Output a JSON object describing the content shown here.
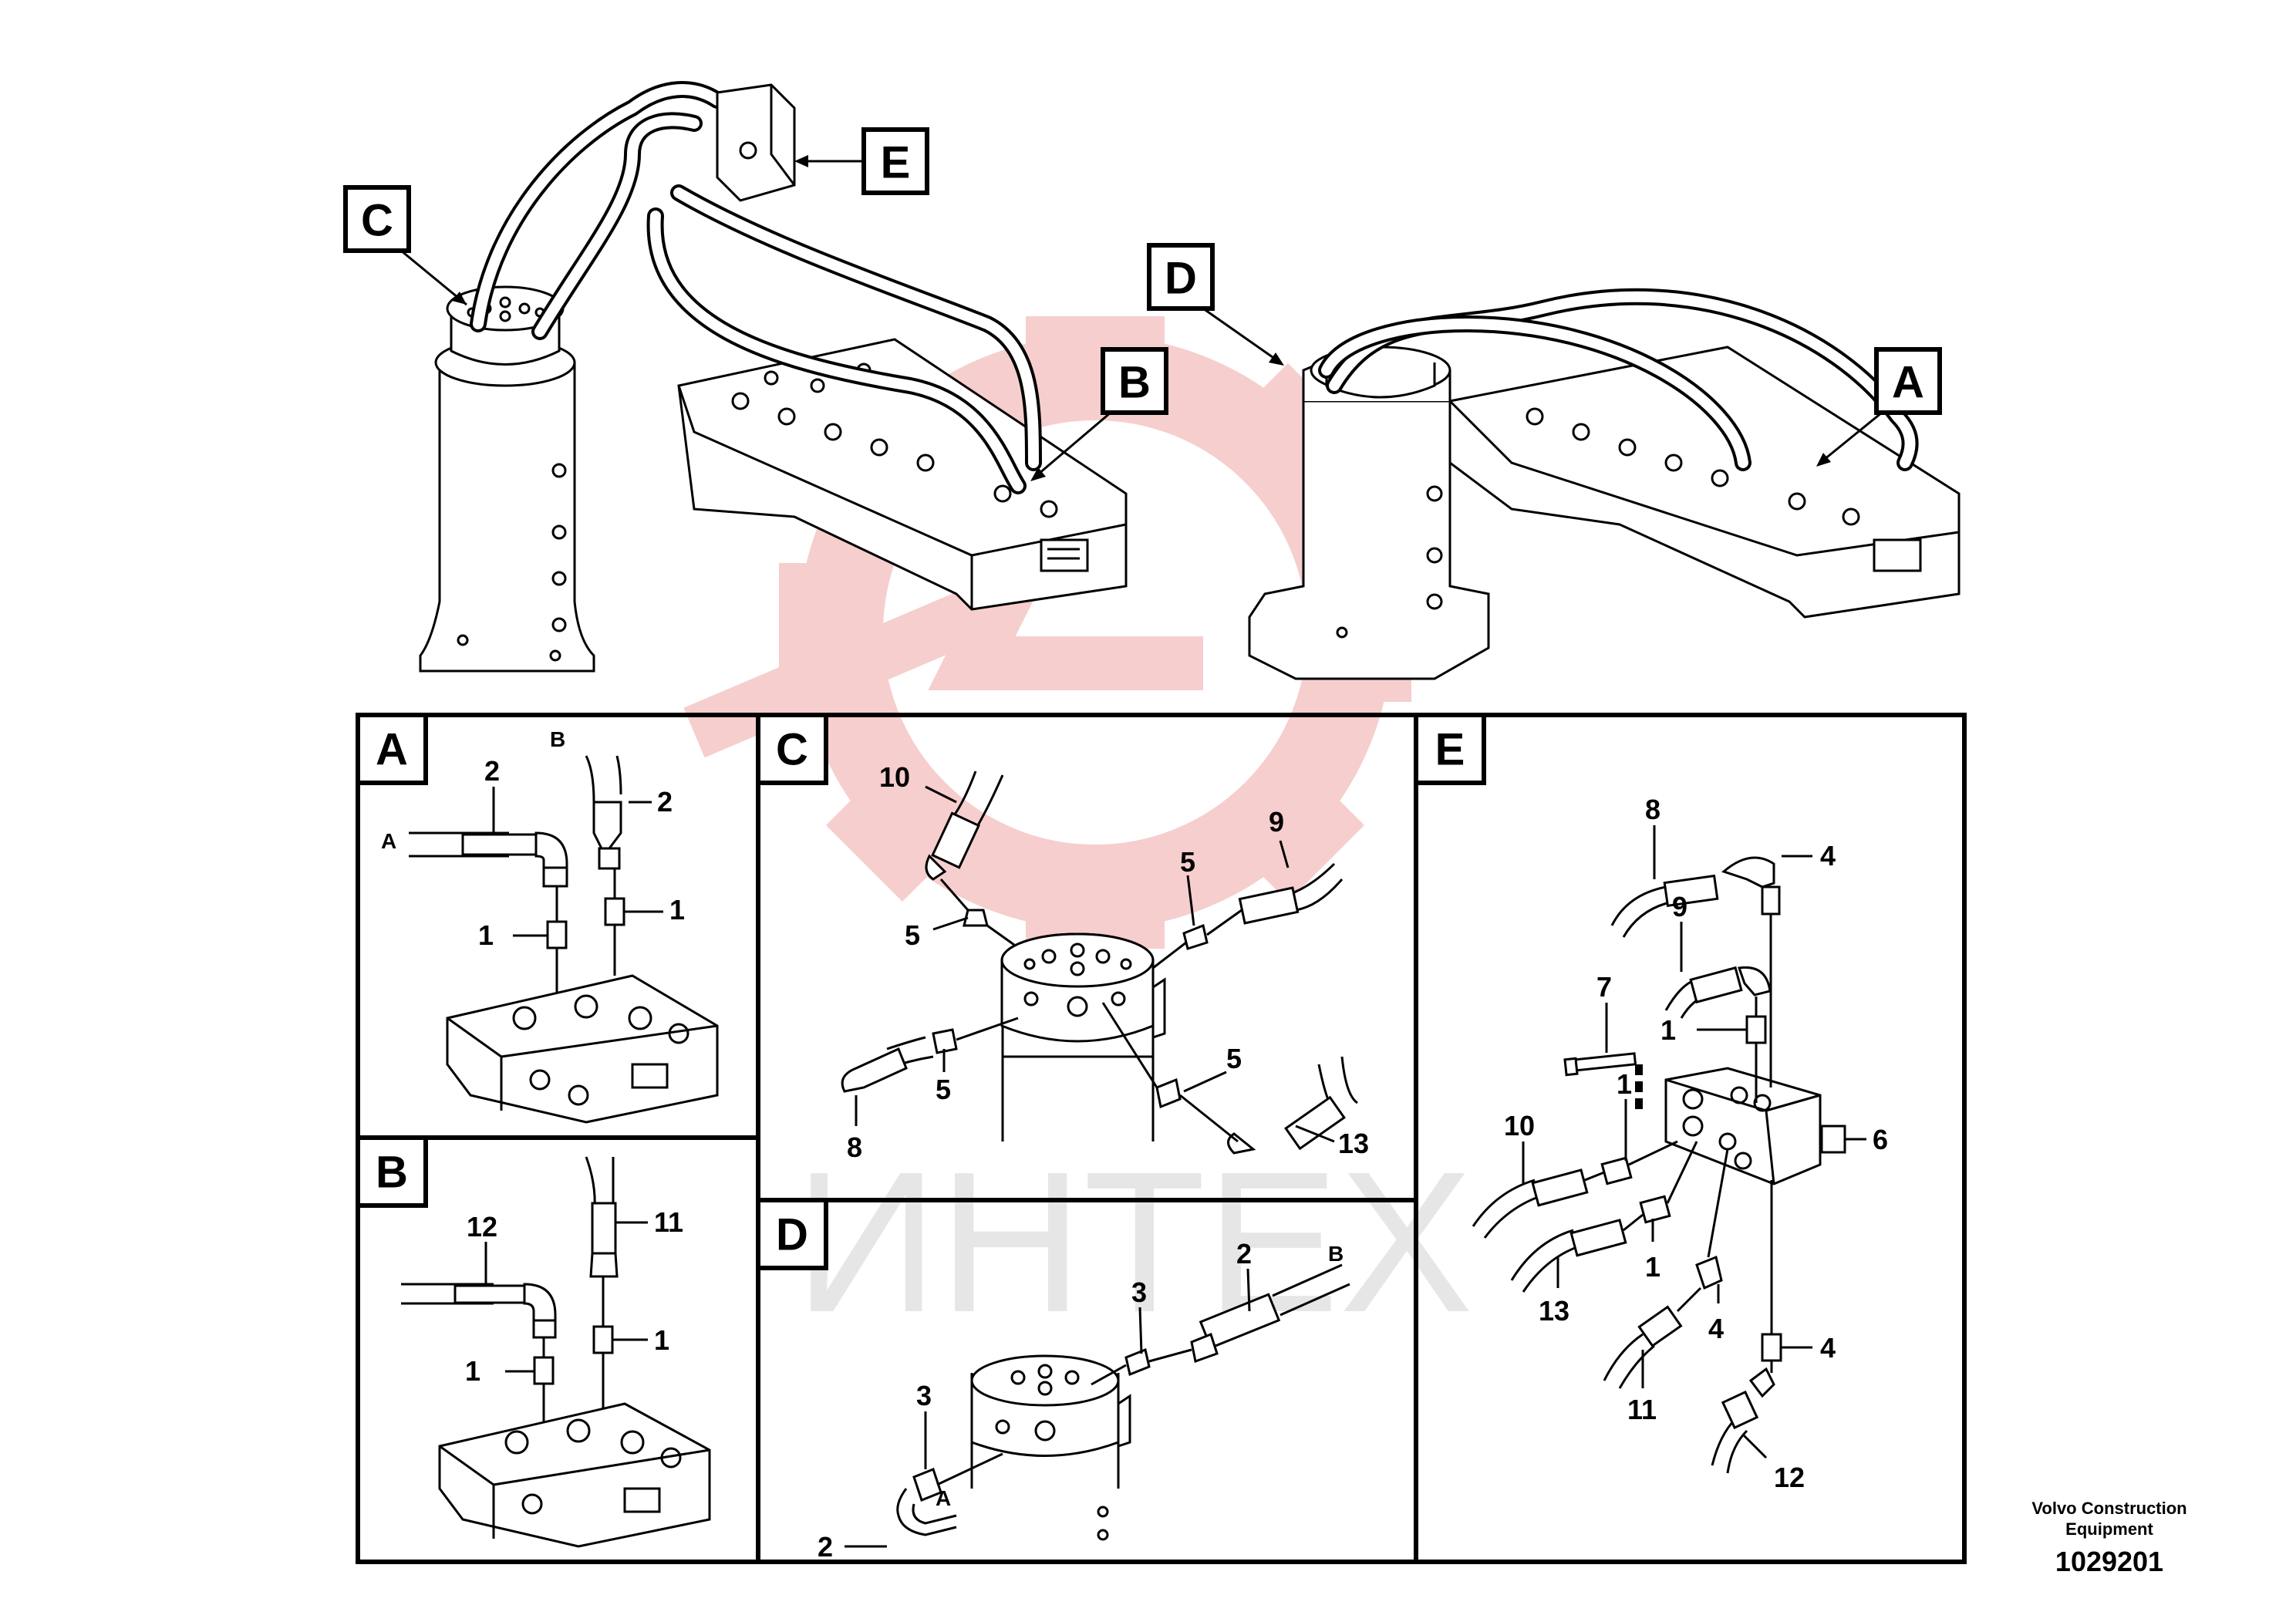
{
  "callouts": {
    "A": "A",
    "B": "B",
    "C": "C",
    "D": "D",
    "E": "E"
  },
  "panels": {
    "A": {
      "title": "A",
      "labels": {
        "hose_a": "A",
        "hose_b": "B",
        "part2a": "2",
        "part2b": "2",
        "part1a": "1",
        "part1b": "1"
      }
    },
    "B": {
      "title": "B",
      "labels": {
        "part12": "12",
        "part11": "11",
        "part1a": "1",
        "part1b": "1"
      }
    },
    "C": {
      "title": "C",
      "labels": {
        "part10": "10",
        "part9": "9",
        "part5a": "5",
        "part5b": "5",
        "part5c": "5",
        "part5d": "5",
        "part8": "8",
        "part13": "13"
      }
    },
    "D": {
      "title": "D",
      "labels": {
        "part2a": "2",
        "part2b": "2",
        "part3a": "3",
        "part3b": "3",
        "hose_a": "A",
        "hose_b": "B"
      }
    },
    "E": {
      "title": "E",
      "labels": {
        "part8": "8",
        "part4a": "4",
        "part9": "9",
        "part7": "7",
        "part1a": "1",
        "part1b": "1",
        "part1c": "1",
        "part6": "6",
        "part10": "10",
        "part13": "13",
        "part11": "11",
        "part4b": "4",
        "part4c": "4",
        "part12": "12"
      }
    }
  },
  "watermark": {
    "text": "ИНТЕХ",
    "color": "#e8e8e8",
    "logo_color": "#f5c6c6"
  },
  "footer": {
    "maker_line1": "Volvo Construction",
    "maker_line2": "Equipment",
    "drawing_number": "1029201"
  }
}
